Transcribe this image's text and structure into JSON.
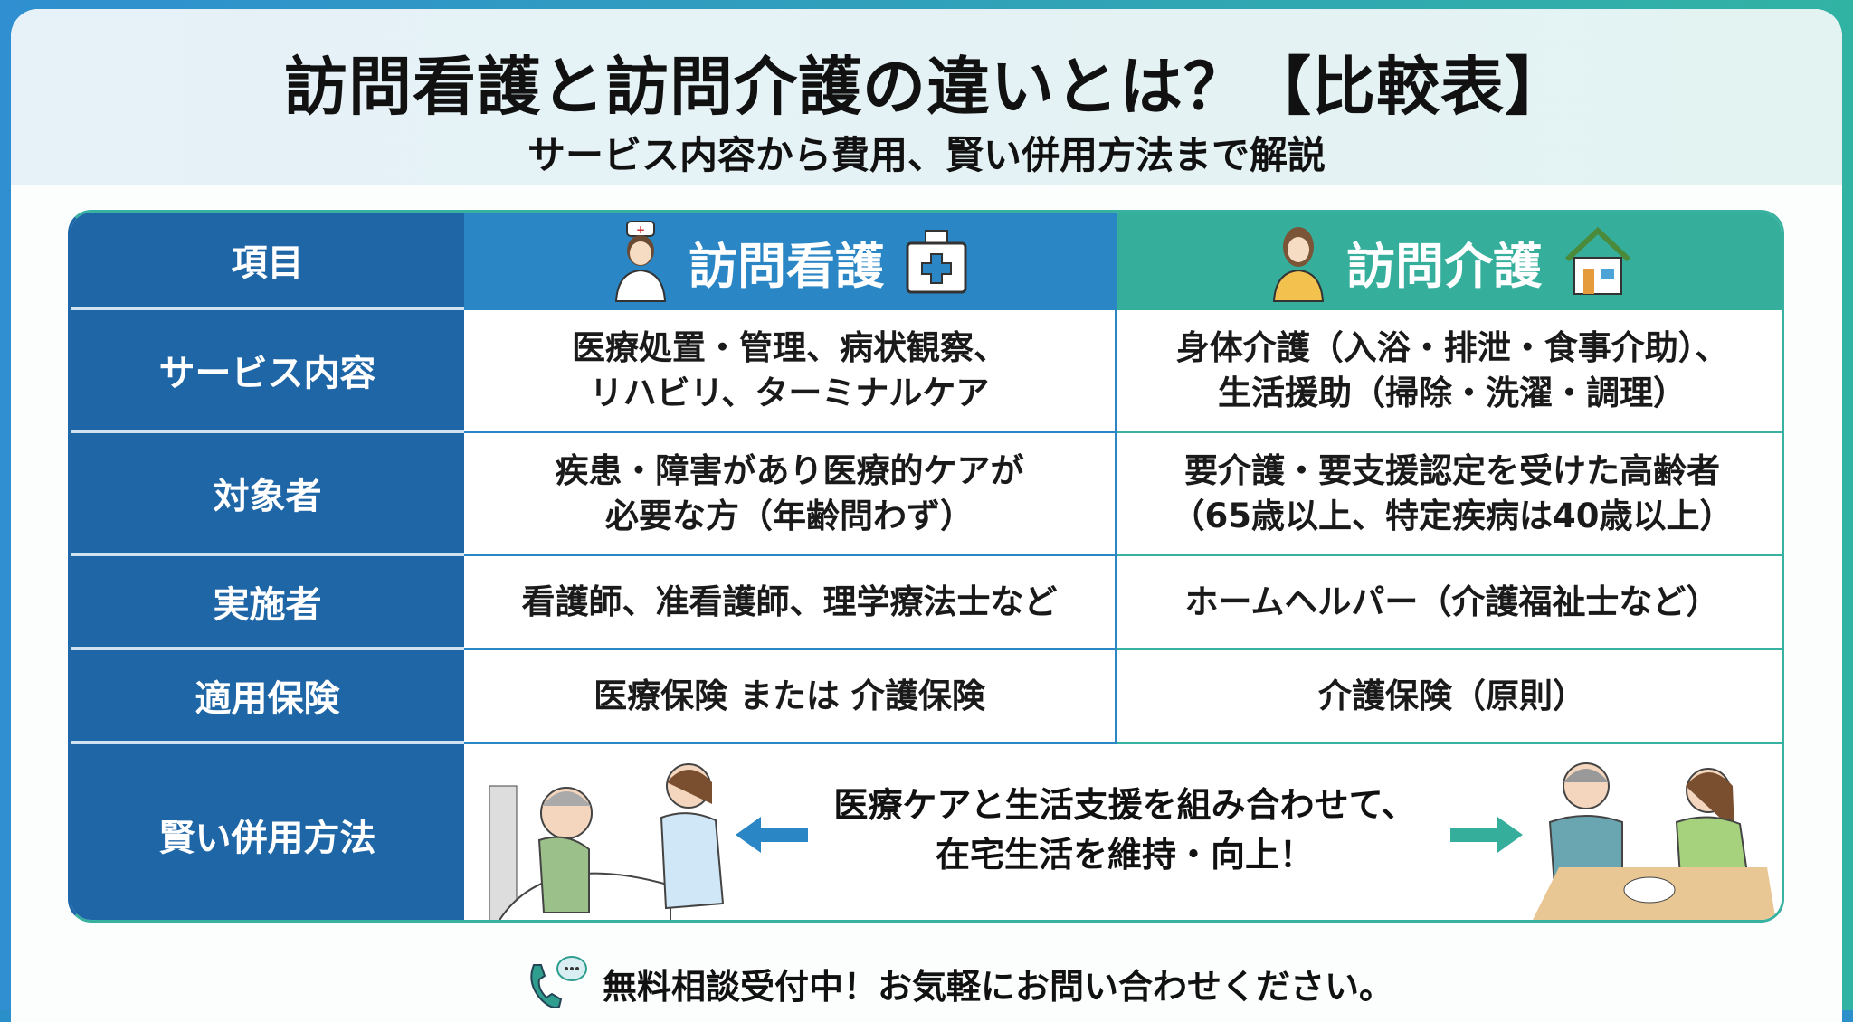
{
  "header": {
    "title": "訪問看護と訪問介護の違いとは？【比較表】",
    "subtitle": "サービス内容から費用、賢い併用方法まで解説"
  },
  "table": {
    "columns": [
      "項目",
      "訪問看護",
      "訪問介護"
    ],
    "rows": [
      {
        "label": "サービス内容",
        "nursing": [
          "医療処置・管理、病状観察、",
          "リハビリ、ターミナルケア"
        ],
        "care": [
          "身体介護（入浴・排泄・食事介助）、",
          "生活援助（掃除・洗濯・調理）"
        ]
      },
      {
        "label": "対象者",
        "nursing": [
          "疾患・障害があり医療的ケアが",
          "必要な方（年齢問わず）"
        ],
        "care": [
          "要介護・要支援認定を受けた高齢者",
          "（65歳以上、特定疾病は40歳以上）"
        ]
      },
      {
        "label": "実施者",
        "nursing": [
          "看護師、准看護師、理学療法士など"
        ],
        "care": [
          "ホームヘルパー（介護福祉士など）"
        ]
      },
      {
        "label": "適用保険",
        "nursing": [
          "医療保険 または 介護保険"
        ],
        "care": [
          "介護保険（原則）"
        ]
      }
    ],
    "combo": {
      "label": "賢い併用方法",
      "text": [
        "医療ケアと生活支援を組み合わせて、",
        "在宅生活を維持・向上！"
      ]
    }
  },
  "footer": {
    "text": "無料相談受付中！お気軽にお問い合わせください。"
  },
  "colors": {
    "nursing": "#2a86c4",
    "care": "#35ae9c",
    "label": "#1f66a7"
  }
}
